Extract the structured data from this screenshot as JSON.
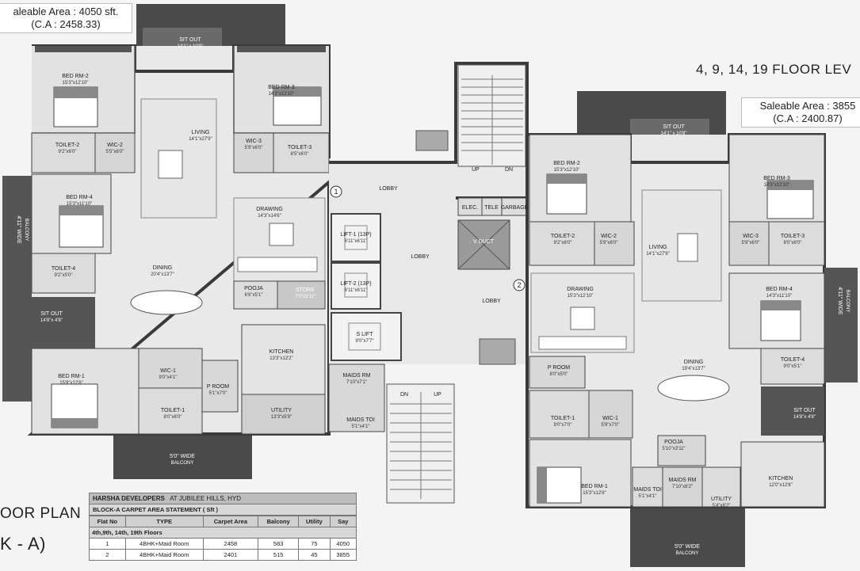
{
  "flat1": {
    "saleable_area": "aleable Area : 4050 sft.",
    "carpet_area": "(C.A : 2458.33)",
    "rooms": {
      "sitout_top": {
        "name": "SIT OUT",
        "dim": "14'1\" x 10'8\""
      },
      "bed2": {
        "name": "BED RM-2",
        "dim": "15'3\"x12'10\""
      },
      "bed3": {
        "name": "BED RM-3",
        "dim": "14'3\"x12'10\""
      },
      "toilet2": {
        "name": "TOILET-2",
        "dim": "9'2\"x6'0\""
      },
      "wic2": {
        "name": "WIC-2",
        "dim": "5'5\"x6'0\""
      },
      "wic3": {
        "name": "WIC-3",
        "dim": "5'9\"x6'0\""
      },
      "toilet3": {
        "name": "TOILET-3",
        "dim": "8'5\"x6'0\""
      },
      "living": {
        "name": "LIVING",
        "dim": "14'1\"x27'9\""
      },
      "bed4": {
        "name": "BED RM-4",
        "dim": "15'3\"x11'10\""
      },
      "drawing": {
        "name": "DRAWING",
        "dim": "14'3\"x14'6\""
      },
      "toilet4": {
        "name": "TOILET-4",
        "dim": "9'2\"x5'0\""
      },
      "dining": {
        "name": "DINING",
        "dim": "20'4\"x13'7\""
      },
      "pooja": {
        "name": "POOJA",
        "dim": "6'8\"x5'1\""
      },
      "store": {
        "name": "STORE",
        "dim": "7'0\"x5'11\""
      },
      "sitout_left": {
        "name": "SIT OUT",
        "dim": "14'8\"x 4'8\""
      },
      "kitchen": {
        "name": "KITCHEN",
        "dim": "13'3\"x12'2\""
      },
      "bed1": {
        "name": "BED RM-1",
        "dim": "15'9\"x12'8\""
      },
      "wic1": {
        "name": "WIC-1",
        "dim": "9'0\"x4'1\""
      },
      "toilet1": {
        "name": "TOILET-1",
        "dim": "8'0\"x6'0\""
      },
      "proom": {
        "name": "P ROOM",
        "dim": "5'1\"x7'0\""
      },
      "utility": {
        "name": "UTILITY",
        "dim": "13'3\"x5'9\""
      },
      "balcony_bottom": {
        "name": "5'0\" WIDE",
        "sub": "BALCONY"
      },
      "balcony_left": {
        "name": "4'11\" WIDE",
        "sub": "BALCONY"
      }
    }
  },
  "core": {
    "lobby": "LOBBY",
    "lift1": {
      "name": "LIFT-1 (13P)",
      "dim": "6'11\"x6'11\""
    },
    "lift2": {
      "name": "LIFT-2 (13P)",
      "dim": "6'11\"x6'11\""
    },
    "slift": {
      "name": "S LIFT",
      "dim": "9'0\"x7'7\""
    },
    "elec": "ELEC.",
    "tele": "TELE",
    "garbage": "GARBAGE",
    "vduct": "V DUCT",
    "up": "UP",
    "dn": "DN",
    "maids_rm": {
      "name": "MAIDS RM",
      "dim": "7'10\"x7'1\""
    },
    "maids_toi": {
      "name": "MAIDS TOI",
      "dim": "5'1\"x4'1\""
    },
    "marker1": "1",
    "marker2": "2"
  },
  "flat2": {
    "floor_levels": "4, 9, 14, 19 FLOOR LEV",
    "saleable_area": "Saleable Area : 3855",
    "carpet_area": "(C.A : 2400.87)",
    "rooms": {
      "sitout_top": {
        "name": "SIT OUT",
        "dim": "14'1\" x 10'8\""
      },
      "bed2": {
        "name": "BED RM-2",
        "dim": "15'3\"x12'10\""
      },
      "bed3": {
        "name": "BED RM-3",
        "dim": "14'3\"x12'10\""
      },
      "toilet2": {
        "name": "TOILET-2",
        "dim": "9'2\"x6'0\""
      },
      "wic2": {
        "name": "WIC-2",
        "dim": "5'9\"x6'0\""
      },
      "living": {
        "name": "LIVING",
        "dim": "14'1\"x27'9\""
      },
      "wic3": {
        "name": "WIC-3",
        "dim": "5'9\"x6'0\""
      },
      "toilet3": {
        "name": "TOILET-3",
        "dim": "8'0\"x6'0\""
      },
      "drawing": {
        "name": "DRAWING",
        "dim": "15'3\"x12'10\""
      },
      "bed4": {
        "name": "BED RM-4",
        "dim": "14'3\"x11'10\""
      },
      "proom": {
        "name": "P ROOM",
        "dim": "8'0\"x5'0\""
      },
      "dining": {
        "name": "DINING",
        "dim": "19'4\"x13'7\""
      },
      "toilet4": {
        "name": "TOILET-4",
        "dim": "9'0\"x5'1\""
      },
      "toilet1": {
        "name": "TOILET-1",
        "dim": "9'0\"x7'0\""
      },
      "wic1": {
        "name": "WIC-1",
        "dim": "5'9\"x7'0\""
      },
      "sitout_right": {
        "name": "SIT OUT",
        "dim": "14'8\"x 4'8\""
      },
      "pooja": {
        "name": "POOJA",
        "dim": "5'10\"x3'11\""
      },
      "bed1": {
        "name": "BED RM-1",
        "dim": "15'3\"x12'8\""
      },
      "maids_toi": {
        "name": "MAIDS TOI",
        "dim": "5'1\"x4'1\""
      },
      "maids_rm": {
        "name": "MAIDS RM",
        "dim": "7'10\"x8'2\""
      },
      "utility": {
        "name": "UTILITY",
        "dim": "5'4\"x8'2\""
      },
      "kitchen": {
        "name": "KITCHEN",
        "dim": "12'0\"x12'8\""
      },
      "balcony_bottom": {
        "name": "5'0\" WIDE",
        "sub": "BALCONY"
      },
      "balcony_right": {
        "name": "4'11\" WIDE",
        "sub": "BALCONY"
      }
    }
  },
  "caption": {
    "line1": "OOR PLAN",
    "line2": "K - A)"
  },
  "statement": {
    "company": "HARSHA DEVELOPERS",
    "location": "AT JUBILEE HILLS, HYD",
    "subtitle": "BLOCK-A CARPET AREA STATEMENT ( Sft )",
    "headers": [
      "Flat No",
      "TYPE",
      "Carpet Area",
      "Balcony",
      "Utility",
      "Say"
    ],
    "floors": "4th,9th, 14th, 19th Floors",
    "rows": [
      [
        "1",
        "4BHK+Maid Room",
        "2458",
        "583",
        "75",
        "4050"
      ],
      [
        "2",
        "4BHK+Maid Room",
        "2401",
        "515",
        "45",
        "3855"
      ]
    ]
  }
}
